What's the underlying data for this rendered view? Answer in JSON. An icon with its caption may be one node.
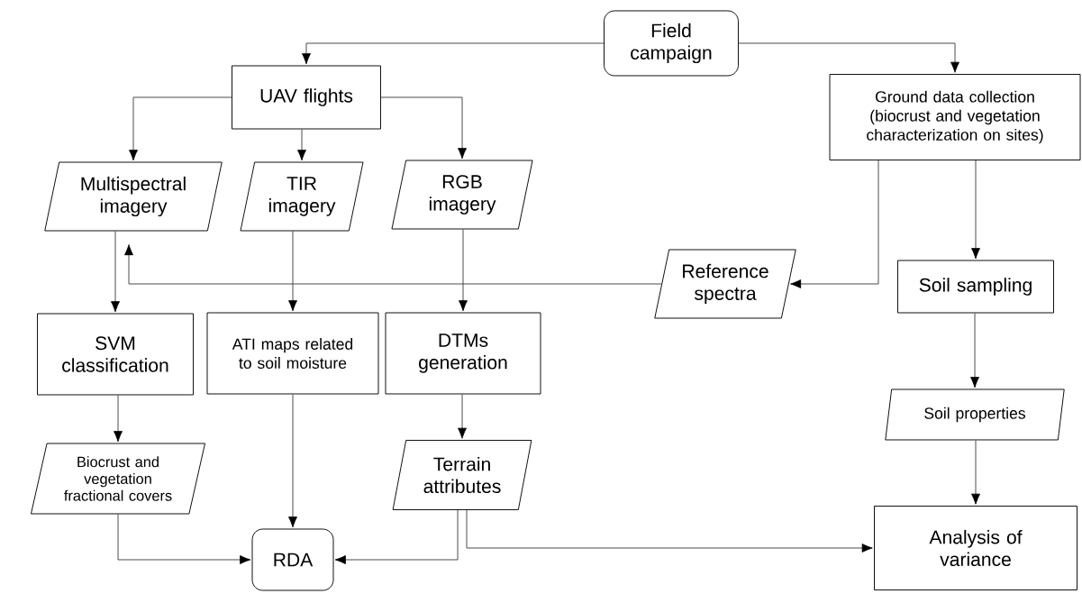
{
  "diagram": {
    "nodes": [
      {
        "text": [
          "Field campaign"
        ]
      },
      {
        "text": [
          "UAV flights"
        ]
      },
      {
        "text": [
          "Ground data collection (biocrust and vegetation characterization on sites)"
        ]
      },
      {
        "text": [
          "Multispectral imagery"
        ]
      },
      {
        "text": [
          "TIR imagery"
        ]
      },
      {
        "text": [
          "RGB imagery"
        ]
      },
      {
        "text": [
          "Reference spectra"
        ]
      },
      {
        "text": [
          "Soil sampling"
        ]
      },
      {
        "text": [
          "SVM classification"
        ]
      },
      {
        "text": [
          "ATI maps related to soil moisture"
        ]
      },
      {
        "text": [
          "DTMs generation"
        ]
      },
      {
        "text": [
          "Soil properties"
        ]
      },
      {
        "text": [
          "Biocrust and vegetation fractional covers"
        ]
      },
      {
        "text": [
          "Terrain attributes"
        ]
      },
      {
        "text": [
          "RDA"
        ]
      },
      {
        "text": [
          "Analysis of variance"
        ]
      }
    ],
    "edges": [
      {
        "from": 0,
        "to": 1,
        "arrow": "to"
      },
      {
        "from": 0,
        "to": 2,
        "arrow": "to"
      },
      {
        "from": 1,
        "to": 3,
        "arrow": "to"
      },
      {
        "from": 1,
        "to": 4,
        "arrow": "to"
      },
      {
        "from": 1,
        "to": 5,
        "arrow": "to"
      },
      {
        "from": 2,
        "to": 6,
        "arrow": "to"
      },
      {
        "from": 2,
        "to": 7,
        "arrow": "to"
      },
      {
        "from": 6,
        "to": 3,
        "arrow": "to"
      },
      {
        "from": 3,
        "to": 8,
        "arrow": "to"
      },
      {
        "from": 4,
        "to": 9,
        "arrow": "to"
      },
      {
        "from": 5,
        "to": 10,
        "arrow": "to"
      },
      {
        "from": 7,
        "to": 11,
        "arrow": "to"
      },
      {
        "from": 11,
        "to": 15,
        "arrow": "to"
      },
      {
        "from": 8,
        "to": 12,
        "arrow": "to"
      },
      {
        "from": 10,
        "to": 13,
        "arrow": "to"
      },
      {
        "from": 12,
        "to": 14,
        "arrow": "to"
      },
      {
        "from": 9,
        "to": 14,
        "arrow": "to"
      },
      {
        "from": 13,
        "to": 14,
        "arrow": "to"
      },
      {
        "from": 13,
        "to": 15,
        "arrow": "to"
      }
    ]
  }
}
